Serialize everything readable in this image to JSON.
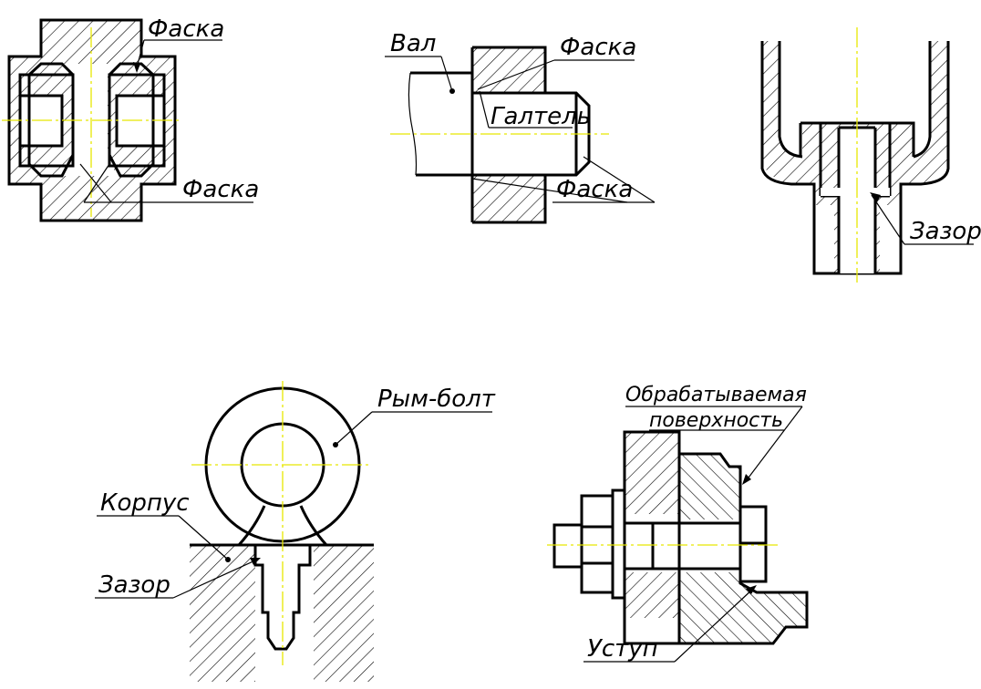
{
  "colors": {
    "line": "#000000",
    "axis": "#e8e800",
    "background": "#ffffff"
  },
  "labels": {
    "faska_top_left": "Фаска",
    "faska_bottom_left": "Фаска",
    "val": "Вал",
    "faska_top_mid": "Фаска",
    "galtel": "Галтель",
    "faska_bottom_mid": "Фаска",
    "zazor_right": "Зазор",
    "rym_bolt": "Рым-болт",
    "korpus": "Корпус",
    "zazor_bottom": "Зазор",
    "obrabatyvaemaya": "Обрабатываемая",
    "poverkhnost": "поверхность",
    "ustup": "Уступ"
  }
}
